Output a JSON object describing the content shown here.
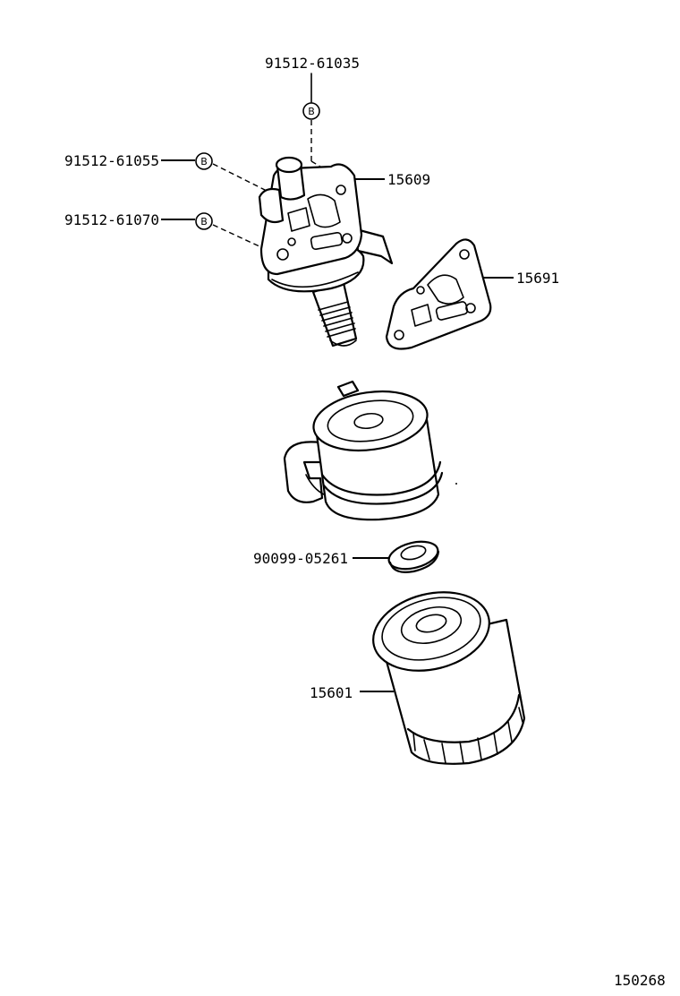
{
  "diagram": {
    "figure_number": "150268",
    "callout_letter": "B",
    "labels": {
      "bolt_top": "91512-61035",
      "bolt_mid": "91512-61055",
      "bolt_low": "91512-61070",
      "bracket": "15609",
      "gasket": "15691",
      "washer": "90099-05261",
      "filter": "15601"
    }
  }
}
